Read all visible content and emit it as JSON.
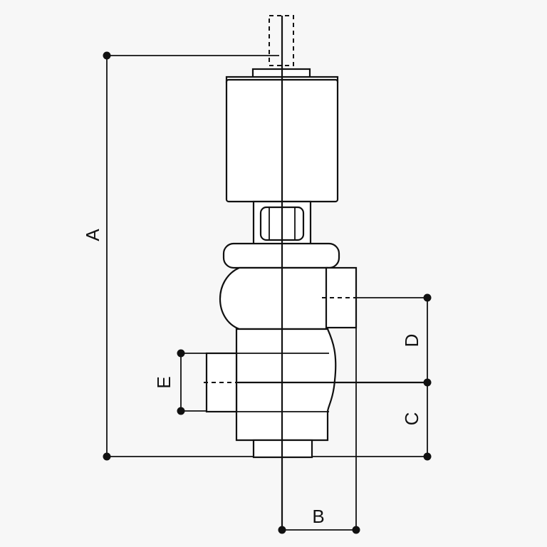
{
  "diagram": {
    "dimension_labels": {
      "a": "A",
      "b": "B",
      "c": "C",
      "d": "D",
      "e": "E"
    },
    "colors": {
      "line": "#111111",
      "fill": "#ffffff",
      "background": "#f7f7f7"
    }
  }
}
